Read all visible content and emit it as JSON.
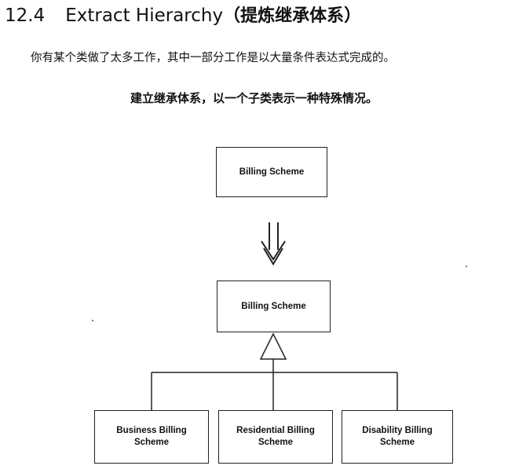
{
  "heading": {
    "number": "12.4",
    "title": "Extract Hierarchy",
    "title_cn": "（提炼继承体系）"
  },
  "problem": "你有某个类做了太多工作，其中一部分工作是以大量条件表达式完成的。",
  "solution": "建立继承体系，以一个子类表示一种特殊情况。",
  "diagram": {
    "before_box": "Billing Scheme",
    "after_parent": "Billing Scheme",
    "subclasses": [
      "Business Billing Scheme",
      "Residential Billing Scheme",
      "Disability Billing Scheme"
    ]
  }
}
